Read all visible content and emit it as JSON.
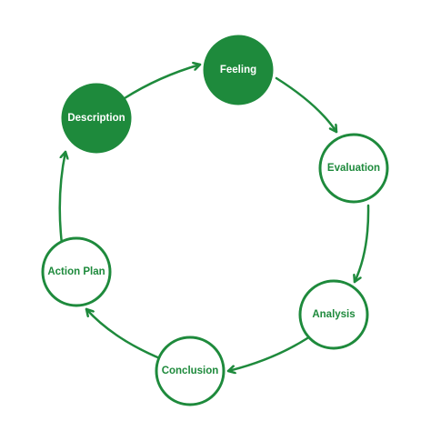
{
  "colors": {
    "accent": "#1e8a3c",
    "filled_text": "#ffffff",
    "background": "#ffffff"
  },
  "nodes": [
    {
      "label": "Feeling",
      "filled": true
    },
    {
      "label": "Evaluation",
      "filled": false
    },
    {
      "label": "Analysis",
      "filled": false
    },
    {
      "label": "Conclusion",
      "filled": false
    },
    {
      "label": "Action Plan",
      "filled": false
    },
    {
      "label": "Description",
      "filled": true
    }
  ],
  "flow": "clockwise"
}
